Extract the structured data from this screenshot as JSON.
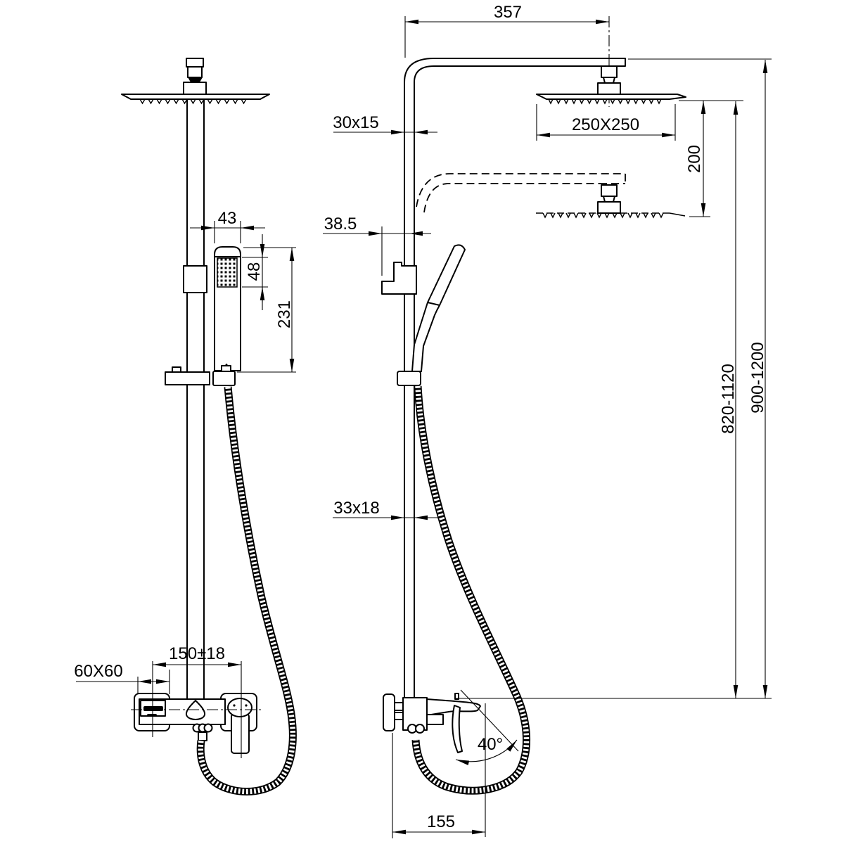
{
  "drawing": {
    "kind": "shower-column-dimension-drawing",
    "views": {
      "left": "front-view",
      "right": "side-view"
    }
  },
  "dims": {
    "arm_projection": "357",
    "head_size": "250X250",
    "head_height_offset": "200",
    "upper_pipe_section": "30x15",
    "bracket_offset": "38.5",
    "lower_pipe_section": "33x18",
    "riser_height": "820-1120",
    "total_height": "900-1200",
    "hand_shower_width": "43",
    "spray_face_height": "48",
    "hand_shower_length": "231",
    "inlet_spacing": "150±18",
    "escutcheon_size": "60X60",
    "handle_angle": "40°",
    "spout_reach": "155"
  }
}
